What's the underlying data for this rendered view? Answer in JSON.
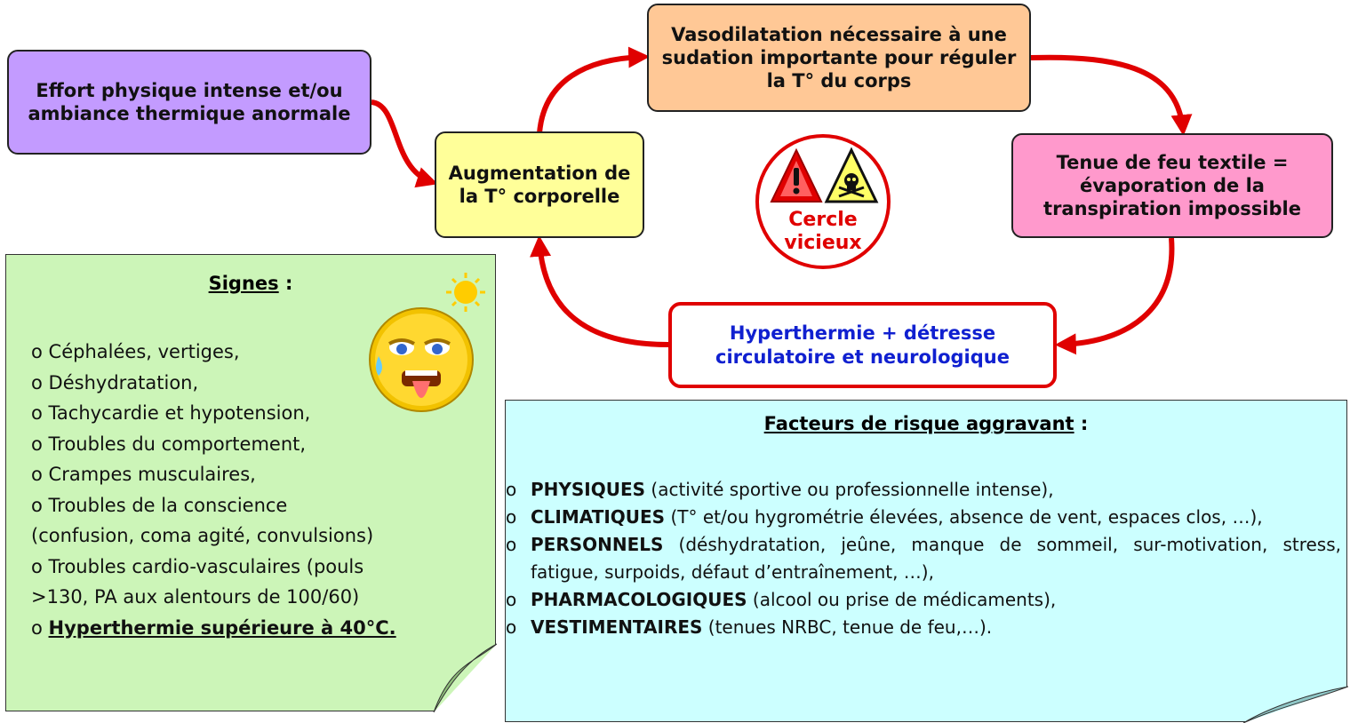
{
  "boxes": {
    "effort": "Effort physique intense et/ou ambiance thermique anormale",
    "augmentation": "Augmentation de la T° corporelle",
    "vasodilatation": "Vasodilatation nécessaire  à une sudation importante pour réguler la T° du corps",
    "tenue": "Tenue de feu textile = évaporation de la transpiration impossible",
    "hyperthermie": "Hyperthermie + détresse circulatoire et neurologique"
  },
  "cercle": {
    "line1": "Cercle",
    "line2": "vicieux",
    "icons": [
      "warning-icon",
      "toxic-skull-icon"
    ]
  },
  "signes": {
    "title": "Signes",
    "title_suffix": " :",
    "bullet": "o",
    "items": [
      "Céphalées, vertiges,",
      "Déshydratation,",
      "Tachycardie et hypotension,",
      "Troubles du comportement,",
      "Crampes musculaires,",
      "Troubles de la conscience",
      "(confusion, coma agité, convulsions)",
      "Troubles cardio-vasculaires (pouls",
      ">130, PA aux alentours de 100/60)",
      "Hyperthermie supérieure à 40°C."
    ],
    "icons": [
      "sweating-face-icon",
      "sun-icon"
    ]
  },
  "facteurs": {
    "title": "Facteurs de risque aggravant",
    "title_suffix": " :",
    "bullet": "o",
    "items": [
      {
        "label": "PHYSIQUES",
        "text": " (activité sportive ou professionnelle intense),"
      },
      {
        "label": "CLIMATIQUES",
        "text": " (T° et/ou hygrométrie élevées, absence de vent, espaces clos, …),"
      },
      {
        "label": "PERSONNELS",
        "text": " (déshydratation,  jeûne, manque de sommeil, sur-motivation, stress, fatigue, surpoids, défaut d’entraînement, …),"
      },
      {
        "label": "PHARMACOLOGIQUES",
        "text": " (alcool ou prise de médicaments),"
      },
      {
        "label": "VESTIMENTAIRES",
        "text": " (tenues NRBC, tenue de feu,…)."
      }
    ]
  },
  "colors": {
    "arrow": "#e00000",
    "effort": "#c39bff",
    "augmentation": "#ffff99",
    "vasodilatation": "#ffc896",
    "tenue": "#ff99cc",
    "hyperthermie_text": "#1020d0",
    "signes_bg": "#ccf5b8",
    "facteurs_bg": "#ccffff"
  }
}
